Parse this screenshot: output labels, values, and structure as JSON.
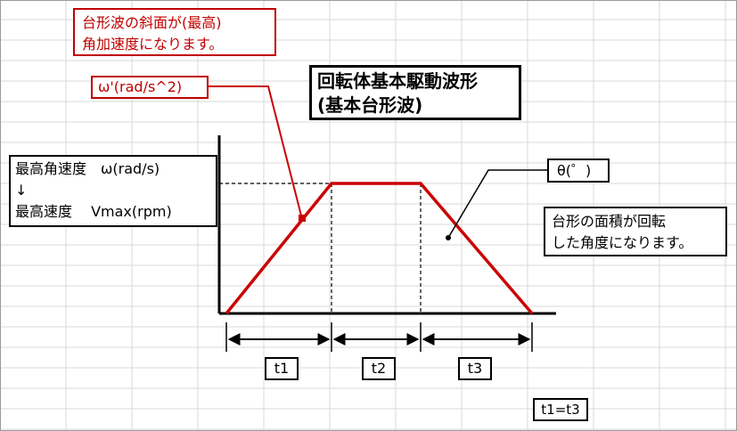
{
  "colors": {
    "accent_red": "#cc0000",
    "line_black": "#000000",
    "grid": "#d9d9d9"
  },
  "callout_top": {
    "line1": "台形波の斜面が(最高)",
    "line2": "角加速度になります。"
  },
  "omega_accel_label": "ω'(rad/s^2)",
  "title": {
    "line1": "回転体基本駆動波形",
    "line2": "(基本台形波)"
  },
  "max_speed_box": {
    "line1": "最高角速度　ω(rad/s)",
    "line2": "↓",
    "line3": "最高速度　 Vmax(rpm)"
  },
  "theta_label": "θ(゜)",
  "area_note": {
    "line1": "台形の面積が回転",
    "line2": "した角度になります。"
  },
  "time_labels": {
    "t1": "t1",
    "t2": "t2",
    "t3": "t3"
  },
  "equality_label": "t1=t3"
}
